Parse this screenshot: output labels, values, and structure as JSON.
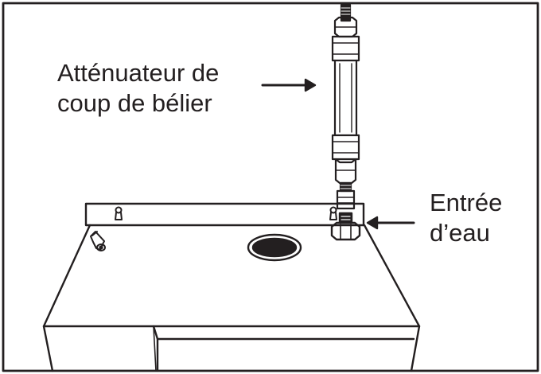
{
  "callouts": {
    "hammer_arrestor": {
      "line1": "Atténuateur de",
      "line2": "coup de bélier"
    },
    "water_inlet": {
      "line1": "Entrée",
      "line2": "d’eau"
    }
  },
  "colors": {
    "stroke": "#231f20",
    "background": "#ffffff"
  },
  "icons": [
    "arrow-right-icon",
    "arrow-left-icon",
    "keyhole-icon",
    "drain-hole-icon",
    "nozzle-icon",
    "nut-icon"
  ]
}
